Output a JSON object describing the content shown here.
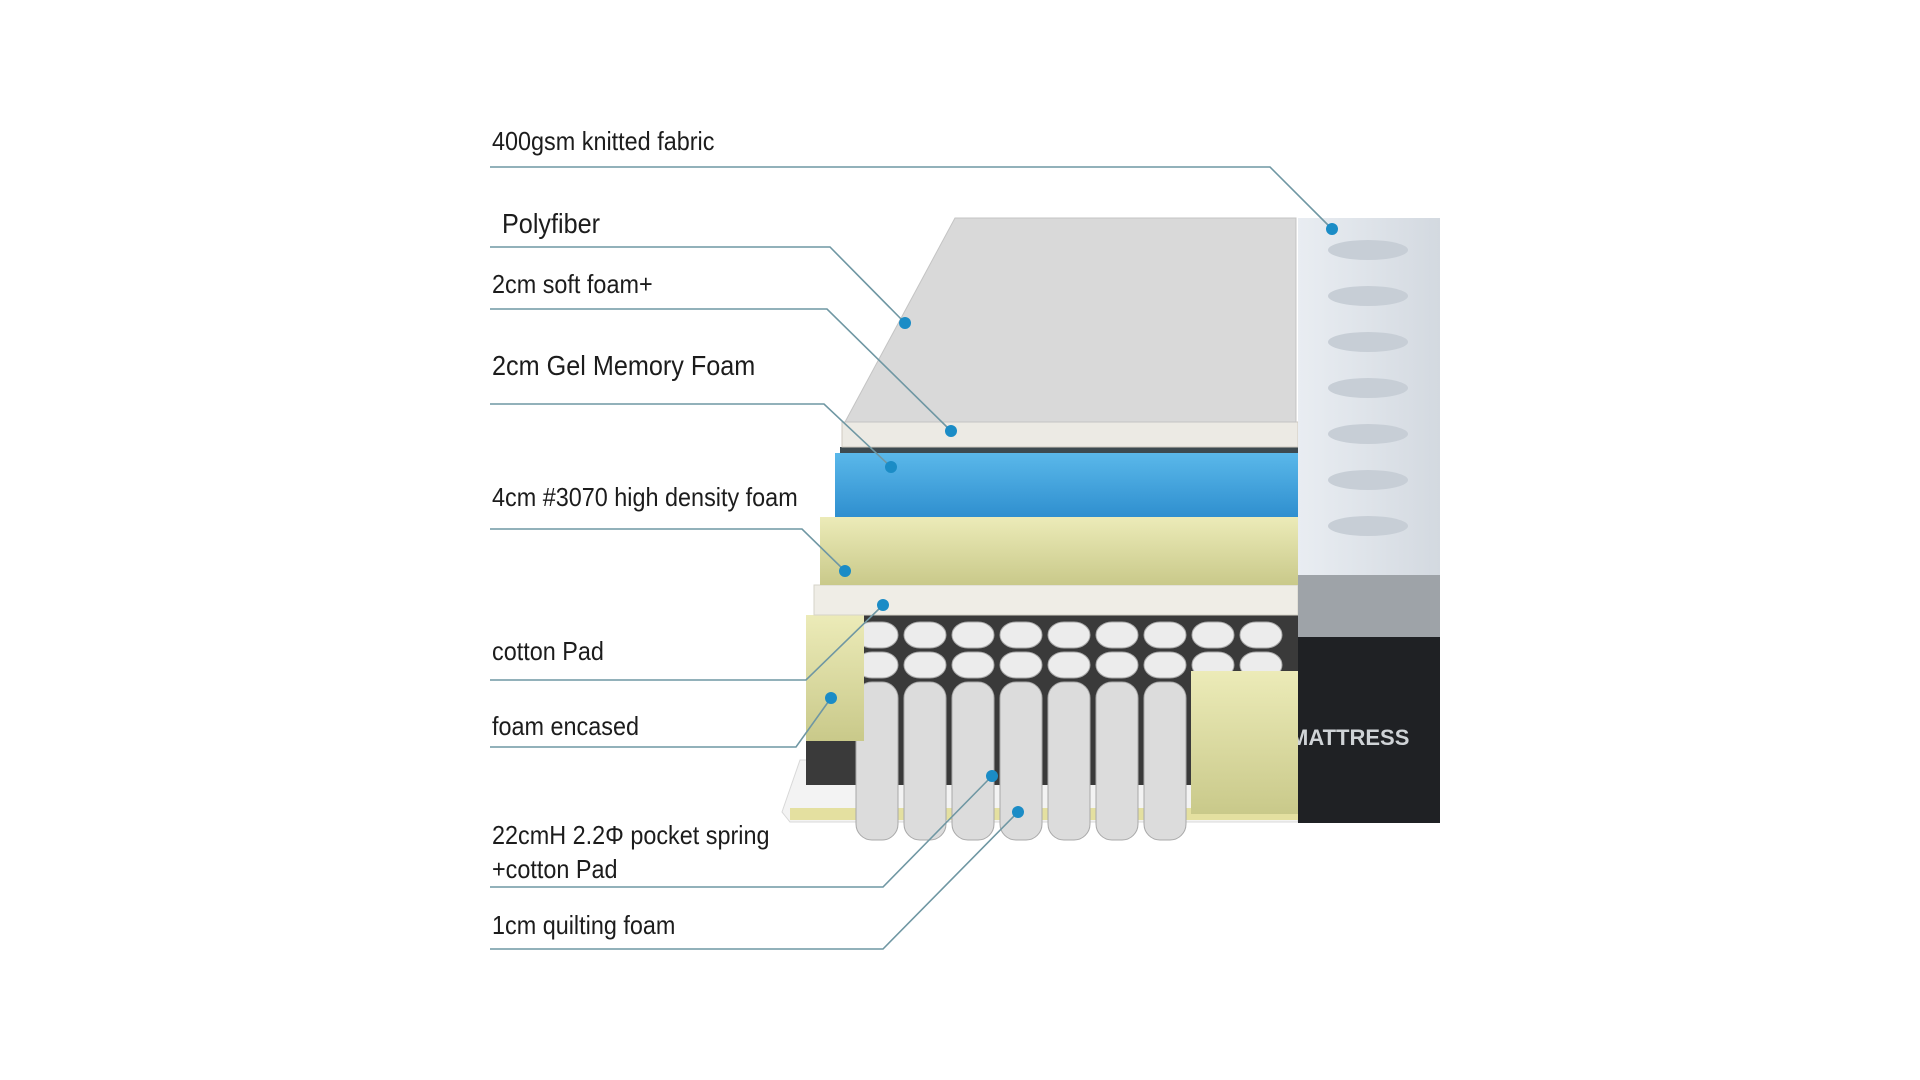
{
  "labels": [
    {
      "text": "400gsm knitted fabric"
    },
    {
      "text": "Polyfiber"
    },
    {
      "text": "2cm soft foam+"
    },
    {
      "text": "2cm Gel Memory Foam"
    },
    {
      "text": "4cm #3070 high density foam"
    },
    {
      "text": "cotton Pad"
    },
    {
      "text": "foam encased"
    },
    {
      "text": "22cmH 2.2Φ pocket spring",
      "text2": "+cotton Pad"
    },
    {
      "text": "1cm quilting foam"
    }
  ],
  "mattress_logo": "MATTRESS",
  "colors": {
    "leader_line": "#6f97a3",
    "dot": "#1b8cc6",
    "gel": "#3a9fd8",
    "foam_yellow": "#e6e3a4"
  }
}
